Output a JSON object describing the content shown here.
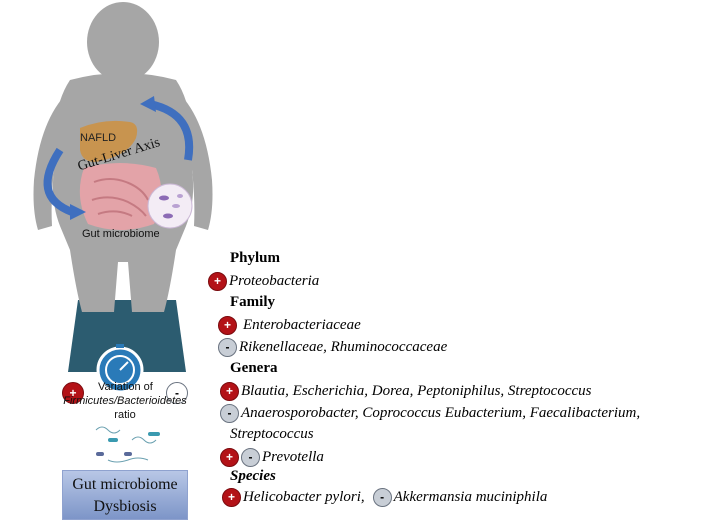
{
  "figure": {
    "nafld_label": "NAFLD",
    "axis_label": "Gut-Liver Axis",
    "gut_label": "Gut microbiome",
    "variation_prefix": "Variation of",
    "variation_ratio": "Firmicutes/Bacterioidetes",
    "variation_suffix": "ratio",
    "plus_symbol": "+",
    "minus_symbol": "-",
    "dysbiosis_line1": "Gut microbiome",
    "dysbiosis_line2": "Dysbiosis"
  },
  "list": {
    "phylum_header": "Phylum",
    "phylum_plus": "Proteobacteria",
    "family_header": "Family",
    "family_plus": "Enterobacteriaceae",
    "family_minus": "Rikenellaceae, Rhuminococcaceae",
    "genera_header": "Genera",
    "genera_plus": "Blautia, Escherichia, Dorea, Peptoniphilus, Streptococcus",
    "genera_minus_line1": "Anaerosporobacter, Coprococcus Eubacterium, Faecalibacterium,",
    "genera_minus_line2": "Streptococcus",
    "genera_both": "Prevotella",
    "species_header": "Species",
    "species_plus": "Helicobacter pylori,",
    "species_minus": "Akkermansia muciniphila"
  },
  "colors": {
    "body": "#a6a6a6",
    "liver": "#c8944f",
    "intestine": "#e3a3a8",
    "arrow": "#3f6fbf",
    "scale": "#2c5c70",
    "plus": "#b31217",
    "minus": "#c8ced6"
  }
}
